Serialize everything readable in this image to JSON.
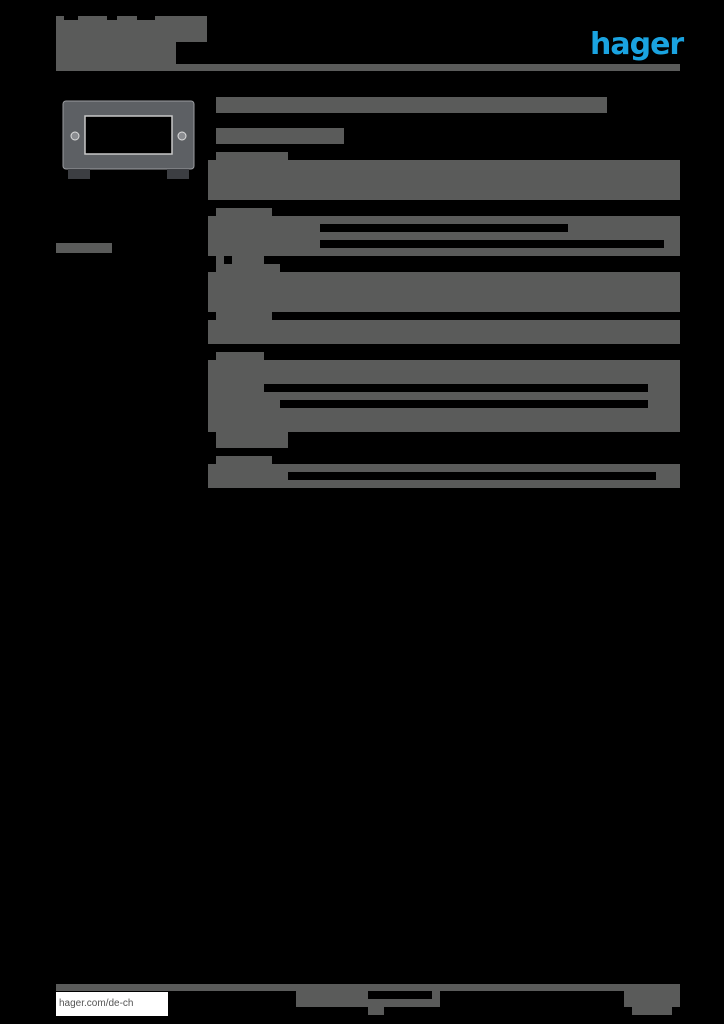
{
  "document": {
    "type": "product-datasheet",
    "brand": {
      "logo_text": "hager",
      "logo_color": "#1aa3e0"
    },
    "header": {
      "redacted_text_lines": 3
    },
    "product_image": {
      "alt": "product-frame"
    },
    "title": {
      "redacted": true
    },
    "subtitle": {
      "redacted": true
    },
    "sidebar_label": {
      "redacted": true
    },
    "sections": [
      {
        "heading_redacted": true,
        "rows": 3
      },
      {
        "heading_redacted": true,
        "rows": 4
      },
      {
        "heading_redacted": true,
        "rows": 3
      },
      {
        "heading_redacted": true,
        "rows": 1
      },
      {
        "heading_redacted": true,
        "rows": 5
      },
      {
        "heading_redacted": true,
        "rows": 2
      }
    ],
    "footer": {
      "website": "hager.com/de-ch",
      "center_redacted": true,
      "right_redacted": true
    },
    "colors": {
      "background": "#000000",
      "redaction": "#5a5b5a",
      "accent": "#1aa3e0"
    }
  }
}
